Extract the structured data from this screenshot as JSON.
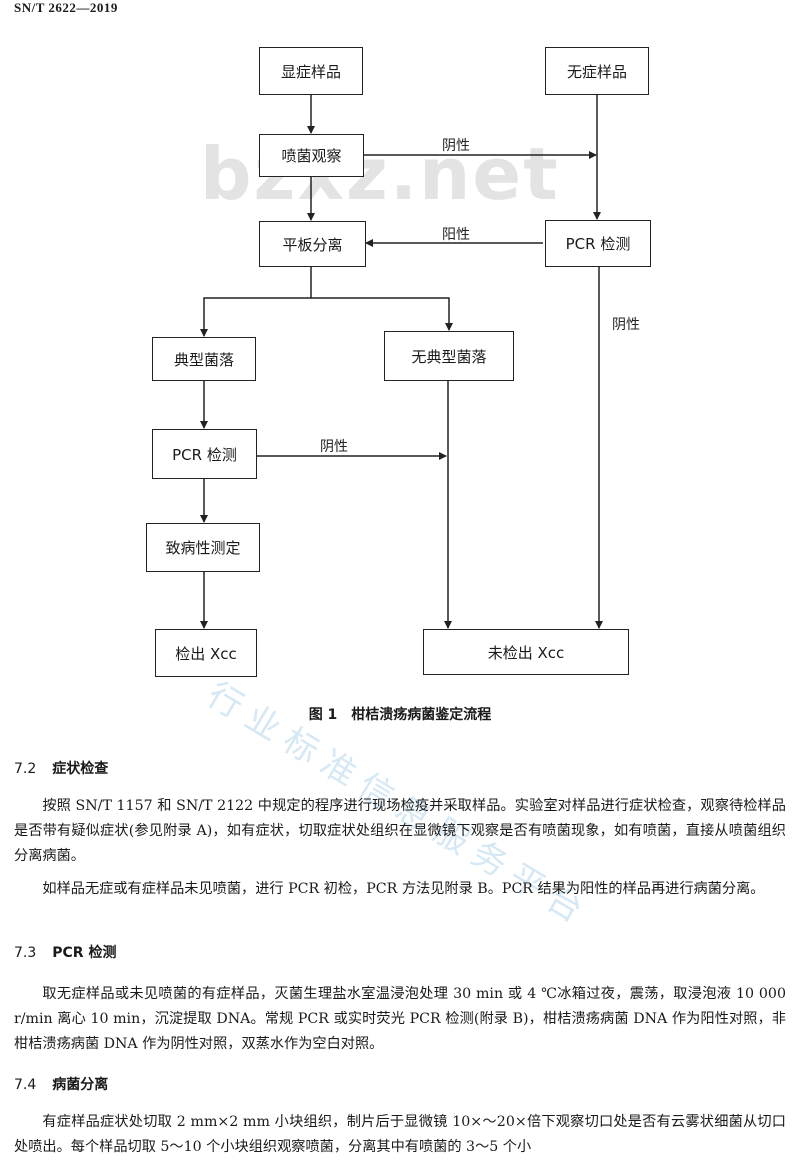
{
  "header": {
    "standard_no": "SN/T 2622—2019"
  },
  "watermark": {
    "site": "bzxz.net",
    "org": "行业标准信息服务平台"
  },
  "flowchart": {
    "boxes": {
      "symptom_sample": "显症样品",
      "no_symptom_sample": "无症样品",
      "ooze_observe": "喷菌观察",
      "plate_isolation": "平板分离",
      "pcr_test_right": "PCR 检测",
      "typical_colony": "典型菌落",
      "atypical_colony": "无典型菌落",
      "pcr_test_left": "PCR 检测",
      "pathogenicity": "致病性测定",
      "detected": "检出 Xcc",
      "not_detected": "未检出 Xcc"
    },
    "edge_labels": {
      "negative_top": "阴性",
      "positive": "阳性",
      "negative_right": "阴性",
      "negative_mid": "阴性"
    },
    "caption": "图 1　柑桔溃疡病菌鉴定流程"
  },
  "sections": [
    {
      "number": "7.2",
      "title": "症状检查",
      "paragraphs": [
        "按照 SN/T 1157 和 SN/T 2122 中规定的程序进行现场检疫并采取样品。实验室对样品进行症状检查，观察待检样品是否带有疑似症状(参见附录 A)，如有症状，切取症状处组织在显微镜下观察是否有喷菌现象，如有喷菌，直接从喷菌组织分离病菌。",
        "如样品无症或有症样品未见喷菌，进行 PCR 初检，PCR 方法见附录 B。PCR 结果为阳性的样品再进行病菌分离。"
      ]
    },
    {
      "number": "7.3",
      "title": "PCR 检测",
      "paragraphs": [
        "取无症样品或未见喷菌的有症样品，灭菌生理盐水室温浸泡处理 30 min 或 4 ℃冰箱过夜，震荡，取浸泡液 10 000 r/min 离心 10 min，沉淀提取 DNA。常规 PCR 或实时荧光 PCR 检测(附录 B)，柑桔溃疡病菌 DNA 作为阳性对照，非柑桔溃疡病菌 DNA 作为阴性对照，双蒸水作为空白对照。"
      ]
    },
    {
      "number": "7.4",
      "title": "病菌分离",
      "paragraphs": [
        "有症样品症状处切取 2 mm×2 mm 小块组织，制片后于显微镜 10×～20×倍下观察切口处是否有云雾状细菌从切口处喷出。每个样品切取 5～10 个小块组织观察喷菌，分离其中有喷菌的 3～5 个小"
      ]
    }
  ]
}
